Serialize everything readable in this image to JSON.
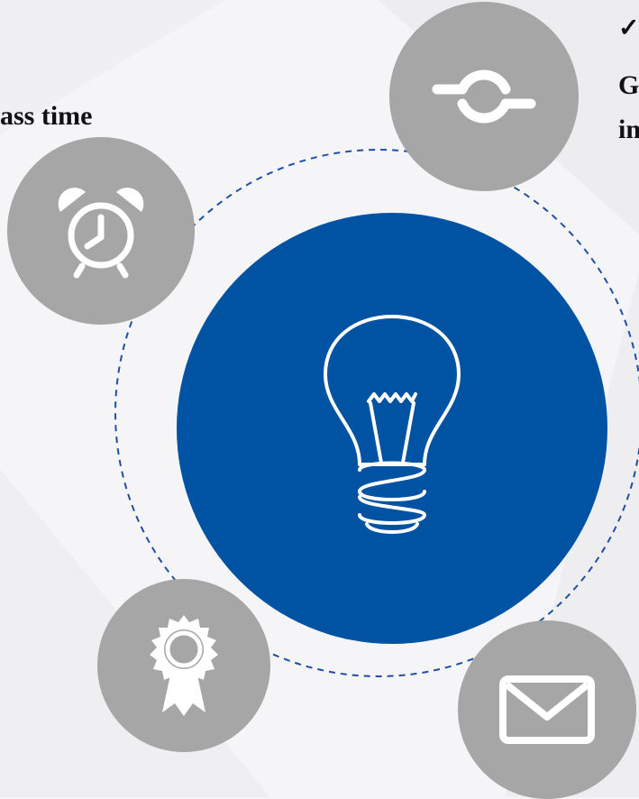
{
  "texts": {
    "left_label": "ass time",
    "right_check": "✓",
    "right_line1": "G",
    "right_line2": "in"
  },
  "icons": {
    "center": "lightbulb-icon",
    "top_left": "alarm-clock-icon",
    "top_right": "sync-icon",
    "bottom_left": "award-ribbon-icon",
    "bottom_right": "envelope-icon"
  },
  "colors": {
    "background": "#f5f5f7",
    "center_fill": "#0052a2",
    "satellite_fill": "#a6a6a6",
    "dashed_ring": "#1f4fa3",
    "icon_stroke": "#ffffff",
    "text": "#111111"
  }
}
